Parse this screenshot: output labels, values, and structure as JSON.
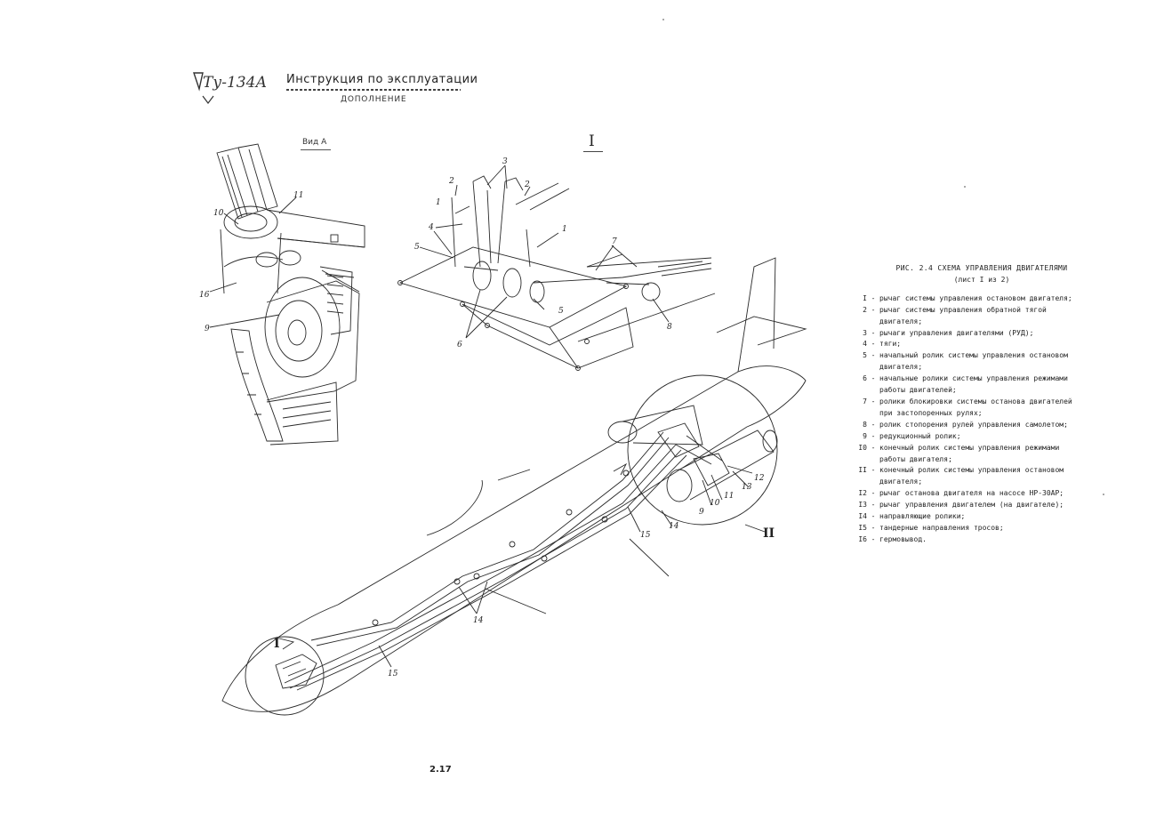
{
  "header": {
    "logo_text": "Ту-134А",
    "title": "Инструкция по эксплуатации",
    "subtitle": "ДОПОЛНЕНИЕ"
  },
  "view_a": {
    "label": "Вид А"
  },
  "detail_i": {
    "label": "I"
  },
  "detail_ii": {
    "label": "II"
  },
  "callouts": {
    "view_a": [
      "11",
      "10",
      "16",
      "9"
    ],
    "detail_i": [
      "3",
      "2",
      "2",
      "1",
      "4",
      "1",
      "7",
      "5",
      "5",
      "6",
      "8"
    ],
    "engine": [
      "12",
      "13",
      "11",
      "10",
      "9",
      "14",
      "15"
    ],
    "fuselage": [
      "14",
      "15",
      "I"
    ]
  },
  "legend": {
    "title": "РИС. 2.4  СХЕМА УПРАВЛЕНИЯ ДВИГАТЕЛЯМИ",
    "subtitle": "(лист I из 2)",
    "items": [
      {
        "num": "I",
        "lines": [
          "рычаг системы управления остановом двигателя;"
        ]
      },
      {
        "num": "2",
        "lines": [
          "рычаг системы управления обратной тягой",
          "двигателя;"
        ]
      },
      {
        "num": "3",
        "lines": [
          "рычаги управления двигателями (РУД);"
        ]
      },
      {
        "num": "4",
        "lines": [
          "тяги;"
        ]
      },
      {
        "num": "5",
        "lines": [
          "начальный ролик системы управления остановом",
          "двигателя;"
        ]
      },
      {
        "num": "6",
        "lines": [
          "начальные ролики системы управления режимами",
          "работы двигателей;"
        ]
      },
      {
        "num": "7",
        "lines": [
          "ролики блокировки системы останова двигателей",
          "при застопоренных рулях;"
        ]
      },
      {
        "num": "8",
        "lines": [
          "ролик стопорения рулей управления самолетом;"
        ]
      },
      {
        "num": "9",
        "lines": [
          "редукционный ролик;"
        ]
      },
      {
        "num": "I0",
        "lines": [
          "конечный ролик системы управления режимами",
          "работы двигателя;"
        ]
      },
      {
        "num": "II",
        "lines": [
          "конечный ролик системы управления остановом",
          "двигателя;"
        ]
      },
      {
        "num": "I2",
        "lines": [
          "рычаг останова двигателя на насосе НР-30АР;"
        ]
      },
      {
        "num": "I3",
        "lines": [
          "рычаг управления двигателем (на двигателе);"
        ]
      },
      {
        "num": "I4",
        "lines": [
          "направляющие ролики;"
        ]
      },
      {
        "num": "I5",
        "lines": [
          "тандерные направления тросов;"
        ]
      },
      {
        "num": "I6",
        "lines": [
          "гермовывод."
        ]
      }
    ]
  },
  "footer": {
    "page_number": "2.17"
  }
}
